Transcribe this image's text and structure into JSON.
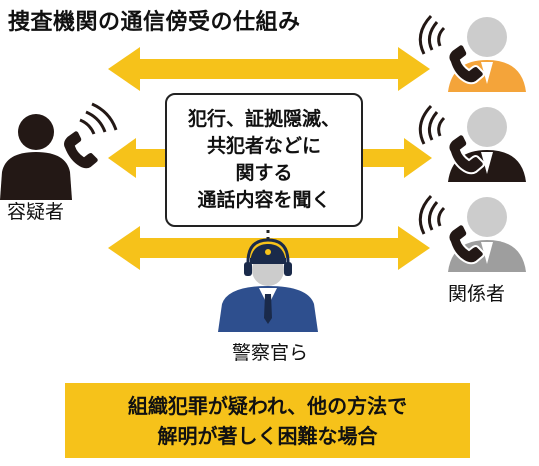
{
  "title": "捜査機関の通信傍受の仕組み",
  "suspect_label": "容疑者",
  "related_label": "関係者",
  "police_label": "警察官ら",
  "center_lines": [
    "犯行、証拠隠滅、",
    "共犯者などに",
    "関する",
    "通話内容を聞く"
  ],
  "condition_lines": [
    "組織犯罪が疑われ、他の方法で",
    "解明が著しく困難な場合"
  ],
  "colors": {
    "arrow": "#f6c21a",
    "condition_bg": "#f6c21a",
    "related_top": "#f4a43a",
    "related_middle": "#231815",
    "related_bottom": "#9e9e9e",
    "police_uniform": "#2e4f8e",
    "suspect": "#231815"
  }
}
